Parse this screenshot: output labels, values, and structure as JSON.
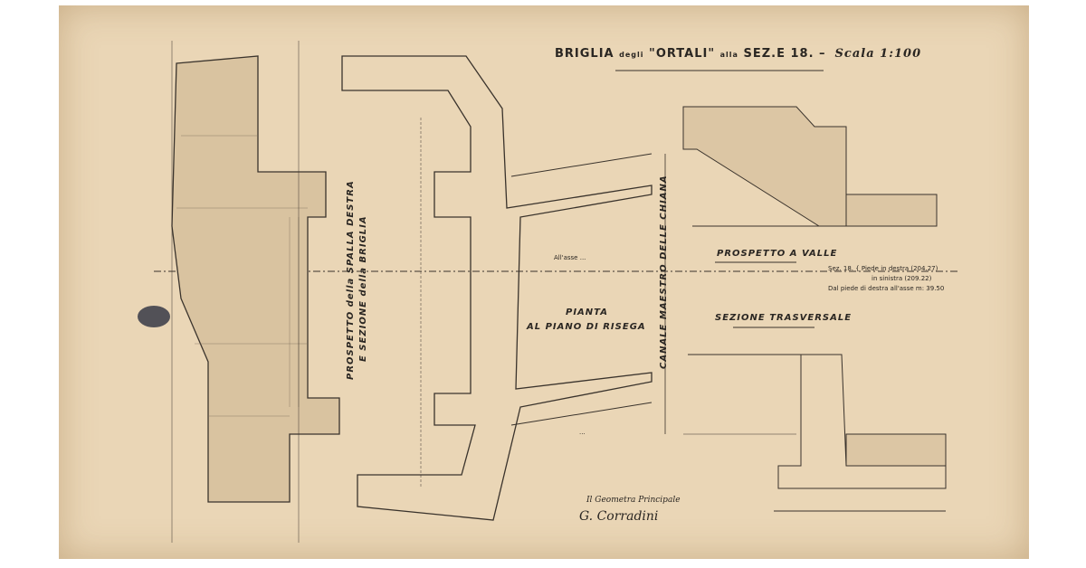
{
  "title": {
    "main": "BRIGLIA",
    "degli": "degli",
    "name": "\"ORTALI\"",
    "alla": "alla",
    "section": "SEZ.E 18. –",
    "scale": "Scala 1:100"
  },
  "captions": {
    "left_view": "PROSPETTO della SPALLA DESTRA",
    "left_view_2": "E SEZIONE della BRIGLIA",
    "plan": "PIANTA",
    "plan_2": "AL PIANO DI RISEGA",
    "canal": "CANALE MAESTRO DELLE CHIANA",
    "downstream": "PROSPETTO A VALLE",
    "cross_section": "SEZIONE TRASVERSALE"
  },
  "notes": {
    "axis_top": "All'asse ...",
    "axis_bottom": "...",
    "sez_label": "Sez. 18.",
    "right_foot": "Piede in destra",
    "right_value": "(204.27)",
    "left_foot": "in sinistra",
    "left_value": "(209.22)",
    "distance": "Dal piede di destra all'asse m: 39.50"
  },
  "signature": {
    "role": "Il Geometra Principale",
    "name": "G. Corradini"
  },
  "colors": {
    "paper": "#ead6b6",
    "ink": "#2a2622"
  }
}
